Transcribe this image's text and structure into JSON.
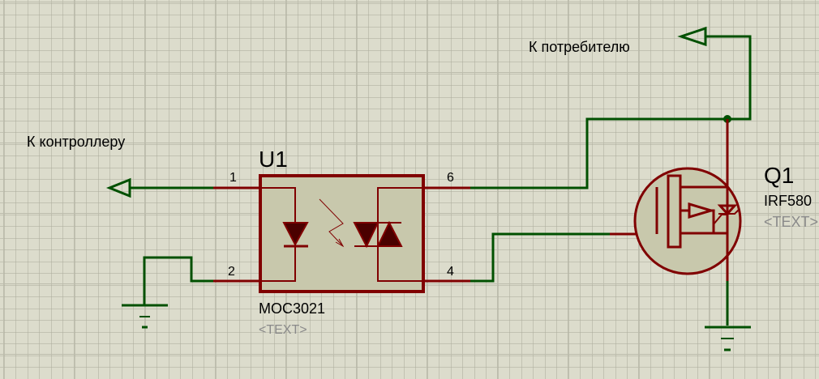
{
  "labels": {
    "to_controller": "К контроллеру",
    "to_consumer": "К потребителю"
  },
  "u1": {
    "ref": "U1",
    "part": "MOC3021",
    "text": "<TEXT>",
    "pins": {
      "p1": "1",
      "p2": "2",
      "p6": "6",
      "p4": "4"
    }
  },
  "q1": {
    "ref": "Q1",
    "part": "IRF580",
    "text": "<TEXT>"
  },
  "colors": {
    "background": "#dcdccc",
    "grid": "#b4b4a4",
    "component": "#800000",
    "body_fill": "#c8c8ac",
    "wire": "#005000"
  }
}
